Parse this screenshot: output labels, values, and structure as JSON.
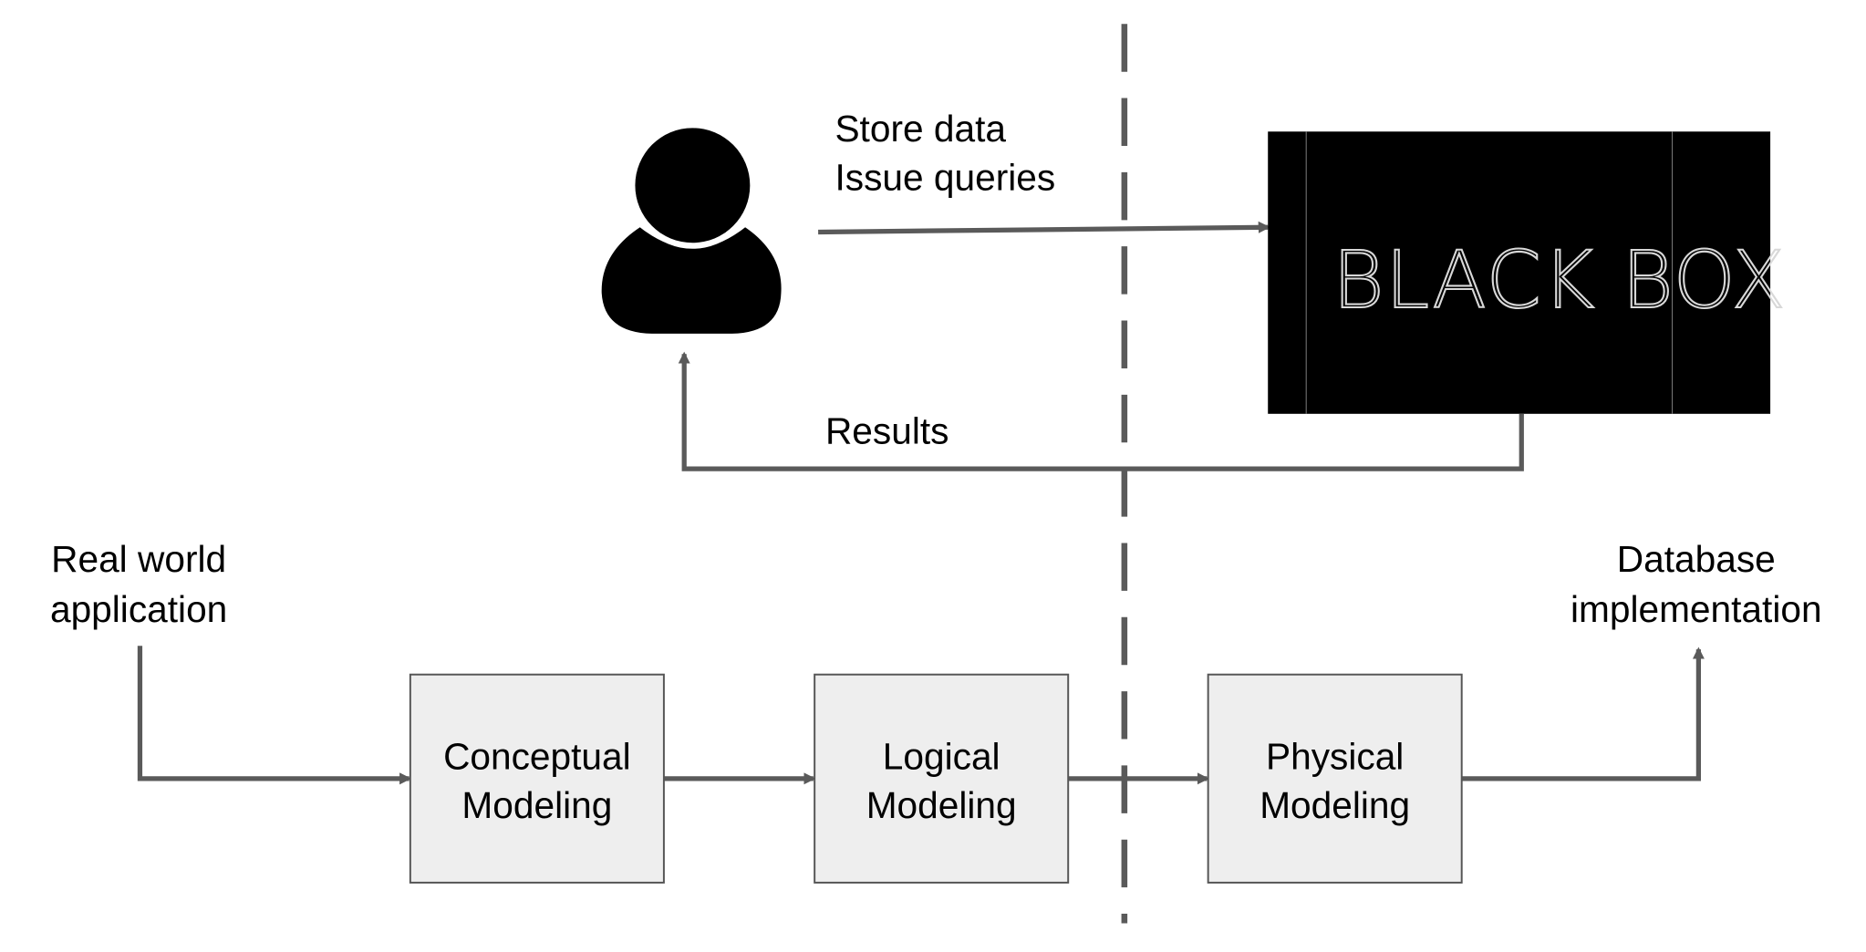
{
  "user": {
    "icon": "person-icon"
  },
  "request_label": {
    "line1": "Store data",
    "line2": "Issue queries"
  },
  "black_box": {
    "label": "BLACK BOX",
    "color": "#000000"
  },
  "results_label": "Results",
  "start": {
    "line1": "Real world",
    "line2": "application"
  },
  "end": {
    "line1": "Database",
    "line2": "implementation"
  },
  "stages": [
    {
      "line1": "Conceptual",
      "line2": "Modeling"
    },
    {
      "line1": "Logical",
      "line2": "Modeling"
    },
    {
      "line1": "Physical",
      "line2": "Modeling"
    }
  ],
  "colors": {
    "arrow": "#5a5a5a",
    "box_fill": "#eeeeee",
    "divider": "#5a5a5a"
  }
}
